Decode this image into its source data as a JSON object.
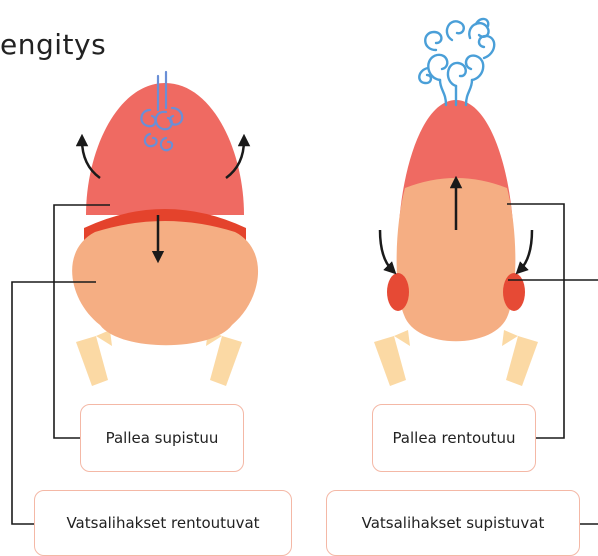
{
  "title": "engitys",
  "labels": {
    "inhale_diaphragm": "Pallea supistuu",
    "inhale_abs": "Vatsalihakset rentoutuvat",
    "exhale_diaphragm": "Pallea rentoutuu",
    "exhale_abs": "Vatsalihakset supistuvat"
  },
  "colors": {
    "chest": "#ef6a62",
    "belly": "#f5ae83",
    "diaphragm_band": "#e4432c",
    "abs_muscle": "#e64a35",
    "hands": "#fbd9a4",
    "airflow": "#4a9fd8",
    "lines": "#1a1a1a",
    "box_border": "#f4b8a6"
  }
}
